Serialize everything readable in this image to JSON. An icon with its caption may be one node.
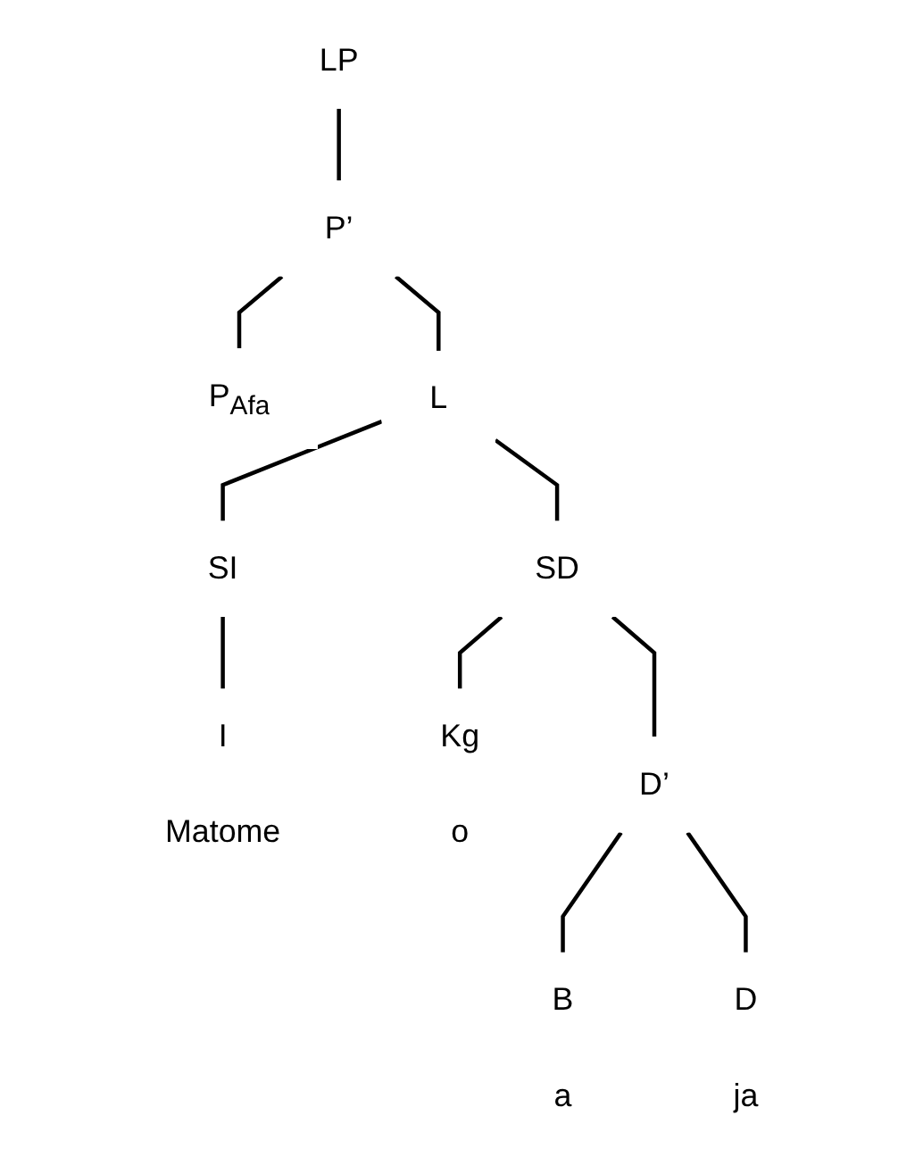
{
  "diagram": {
    "nodes": [
      {
        "text": [
          "LP"
        ]
      },
      {
        "text": [
          "P’"
        ]
      },
      {
        "text": [
          "P$_{Afa}$"
        ]
      },
      {
        "text": [
          "L"
        ]
      },
      {
        "text": [
          "SI"
        ]
      },
      {
        "text": [
          "SD"
        ]
      },
      {
        "text": [
          "I",
          "Matome"
        ]
      },
      {
        "text": [
          "Kg",
          "o"
        ]
      },
      {
        "text": [
          "D’"
        ]
      },
      {
        "text": [
          "B",
          "a"
        ]
      },
      {
        "text": [
          "D",
          "ja"
        ]
      }
    ],
    "edges": [
      {
        "from": 0,
        "to": 1,
        "arrow": "none"
      },
      {
        "from": 1,
        "to": 2,
        "arrow": "none"
      },
      {
        "from": 1,
        "to": 3,
        "arrow": "none"
      },
      {
        "from": 3,
        "to": 4,
        "arrow": "none"
      },
      {
        "from": 3,
        "to": 5,
        "arrow": "none"
      },
      {
        "from": 4,
        "to": 6,
        "arrow": "none"
      },
      {
        "from": 5,
        "to": 7,
        "arrow": "none"
      },
      {
        "from": 5,
        "to": 8,
        "arrow": "none"
      },
      {
        "from": 8,
        "to": 9,
        "arrow": "none"
      },
      {
        "from": 8,
        "to": 10,
        "arrow": "none"
      }
    ]
  }
}
